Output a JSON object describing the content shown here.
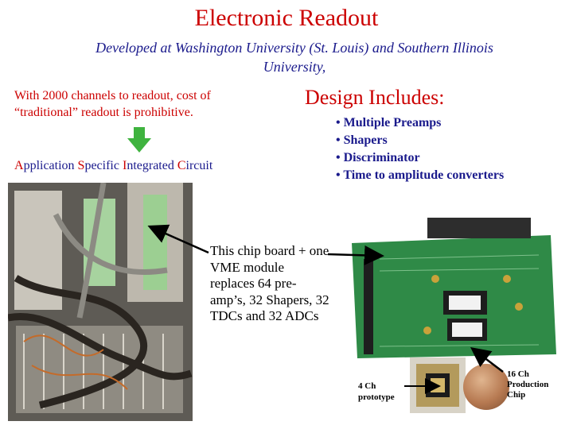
{
  "title": "Electronic Readout",
  "subtitle": "Developed at Washington University (St. Louis) and Southern Illinois University,",
  "cost_text": "With 2000 channels to readout, cost of “traditional” readout is prohibitive.",
  "asic": {
    "words": [
      {
        "cap": "A",
        "rest": "pplication "
      },
      {
        "cap": "S",
        "rest": "pecific "
      },
      {
        "cap": "I",
        "rest": "ntegrated "
      },
      {
        "cap": "C",
        "rest": "ircuit"
      }
    ]
  },
  "design": {
    "heading": "Design Includes:",
    "items": [
      "• Multiple Preamps",
      "• Shapers",
      "• Discriminator",
      "• Time to amplitude converters"
    ]
  },
  "chip_board_text": "This chip board + one VME module replaces 64 pre-amp’s, 32 Shapers, 32 TDCs and 32 ADCs",
  "proto_label": "4 Ch prototype",
  "prod_label": "16 Ch Production Chip",
  "colors": {
    "title": "#cc0000",
    "text_blue": "#1a1a8c",
    "arrow_green": "#3fb33f"
  },
  "icons": [
    "down-arrow-icon"
  ]
}
